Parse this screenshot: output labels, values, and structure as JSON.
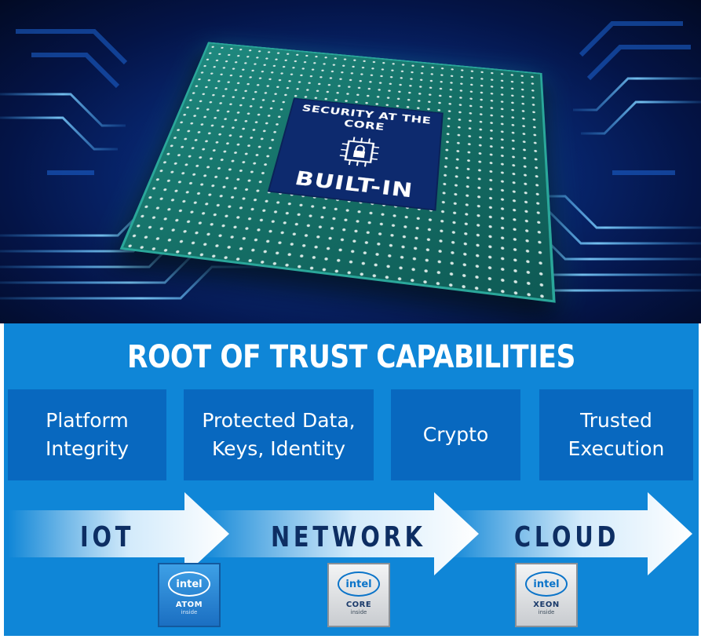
{
  "hero": {
    "die_top_text": "SECURITY AT THE CORE",
    "die_bottom_text": "BUILT-IN",
    "die_icon": "padlock-chip-icon"
  },
  "panel": {
    "title": "ROOT OF TRUST CAPABILITIES",
    "capabilities": [
      {
        "label": "Platform Integrity"
      },
      {
        "label": "Protected Data, Keys, Identity"
      },
      {
        "label": "Crypto"
      },
      {
        "label": "Trusted Execution"
      }
    ],
    "stages": [
      {
        "label": "IOT"
      },
      {
        "label": "NETWORK"
      },
      {
        "label": "CLOUD"
      }
    ],
    "badges": [
      {
        "brand": "intel",
        "product": "ATOM",
        "sub": "inside"
      },
      {
        "brand": "intel",
        "product": "CORE",
        "sub": "inside"
      },
      {
        "brand": "intel",
        "product": "XEON",
        "sub": "inside"
      }
    ]
  },
  "colors": {
    "panel_blue": "#0f86d7",
    "box_blue": "#0868bf",
    "stage_text": "#0d2e63",
    "chip_green": "#157067",
    "die_navy": "#0d2a6e"
  }
}
